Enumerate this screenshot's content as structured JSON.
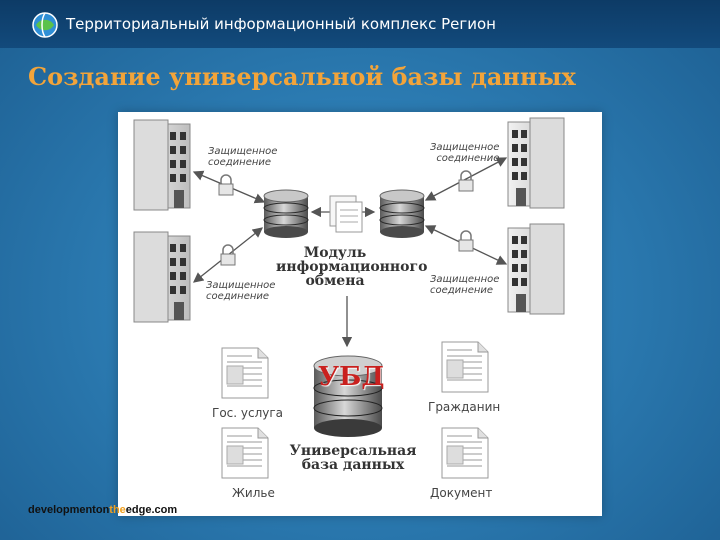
{
  "header": {
    "title": "Территориальный информационный комплекс Регион"
  },
  "slide": {
    "title": "Создание универсальной базы данных"
  },
  "diagram": {
    "secure_connection": [
      "Защищенное",
      "соединение"
    ],
    "module_label": [
      "Модуль",
      "информационного",
      "обмена"
    ],
    "ubd_label": "УБД",
    "udb_label": [
      "Универсальная",
      "база данных"
    ],
    "documents": {
      "gov_service": "Гос. услуга",
      "citizen": "Гражданин",
      "housing": "Жилье",
      "document": "Документ"
    }
  },
  "footer": {
    "part1": "developmenton",
    "part2": "the",
    "part3": "edge.com"
  },
  "colors": {
    "heading": "#f2a43a",
    "ubd": "#c9201e",
    "background": "#2c7cb3"
  }
}
